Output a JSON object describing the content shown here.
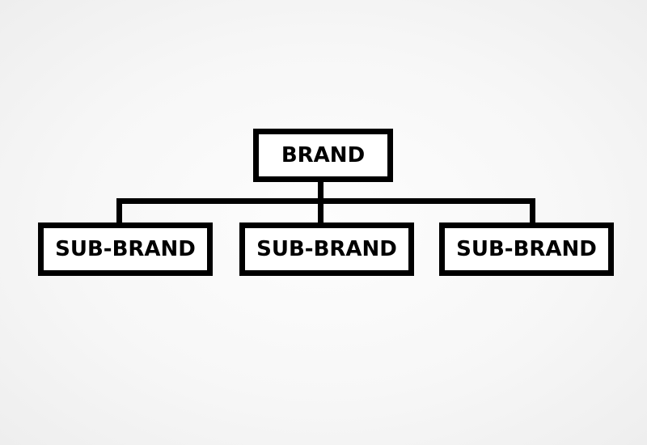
{
  "root": {
    "label": "BRAND"
  },
  "children": [
    {
      "label": "SUB-BRAND"
    },
    {
      "label": "SUB-BRAND"
    },
    {
      "label": "SUB-BRAND"
    }
  ],
  "colors": {
    "stroke": "#000000",
    "box_fill": "#ffffff",
    "background": "#f5f5f5"
  }
}
